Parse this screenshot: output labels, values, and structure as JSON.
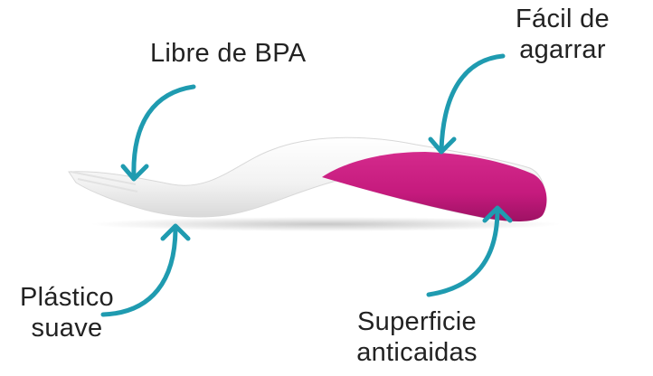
{
  "labels": {
    "bpa": "Libre de BPA",
    "grip_line1": "Fácil de",
    "grip_line2": "agarrar",
    "soft_line1": "Plástico",
    "soft_line2": "suave",
    "nonslip_line1": "Superficie",
    "nonslip_line2": "anticaidas"
  },
  "colors": {
    "arrow": "#1f9bb0",
    "grip": "#c51a7d",
    "body": "#f4f4f4",
    "text": "#222222"
  },
  "icons": {
    "product": "baby-fork-illustration",
    "arrows": "curved-callout-arrow"
  }
}
